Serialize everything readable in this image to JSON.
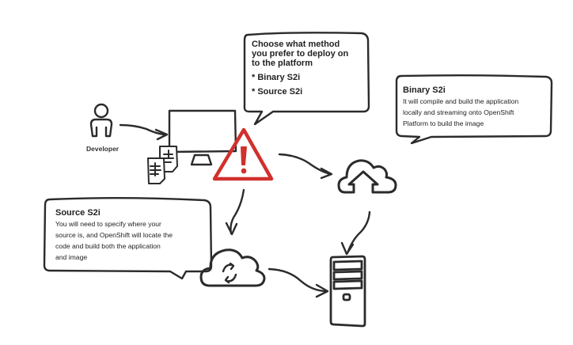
{
  "diagram": {
    "main_prompt": {
      "line1": "Choose what method",
      "line2": "you prefer to deploy on",
      "line3": "to the platform",
      "options": [
        "* Binary S2i",
        "* Source S2i"
      ]
    },
    "binary_bubble": {
      "title": "Binary S2i",
      "lines": [
        "It will compile and build the application",
        "locally and streaming onto OpenShift",
        "Platform to build the image"
      ]
    },
    "source_bubble": {
      "title": "Source S2i",
      "lines": [
        "You will need to specify where your",
        "source is, and OpenShift will locate the",
        "code and build both the application",
        "and image"
      ]
    },
    "developer_label": "Developer",
    "nodes": [
      "developer-icon",
      "monitor-icon",
      "documents-icon",
      "warning-icon",
      "cloud-upload-icon",
      "cloud-sync-icon",
      "server-tower-icon"
    ],
    "colors": {
      "stroke": "#2b2b2b",
      "warning": "#d0312d"
    }
  }
}
